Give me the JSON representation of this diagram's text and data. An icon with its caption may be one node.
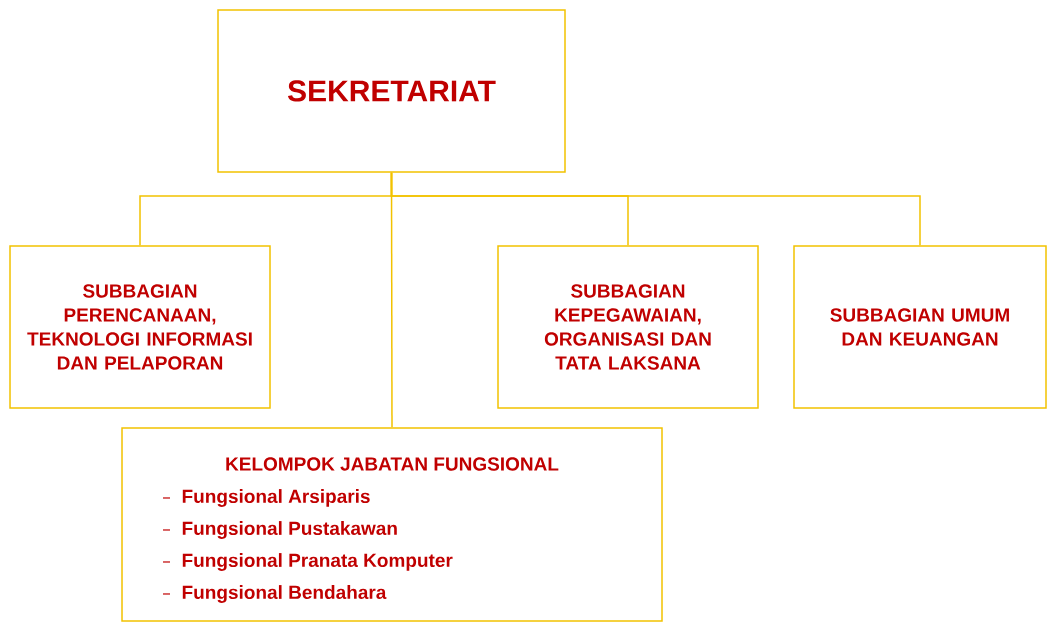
{
  "diagram": {
    "nodes": [
      {
        "text": [
          "SEKRETARIAT"
        ]
      },
      {
        "text": [
          "SUBBAGIAN PERENCANAAN, TEKNOLOGI INFORMASI DAN PELAPORAN"
        ]
      },
      {
        "text": [
          "SUBBAGIAN KEPEGAWAIAN, ORGANISASI DAN TATA LAKSANA"
        ]
      },
      {
        "text": [
          "SUBBAGIAN UMUM DAN KEUANGAN"
        ]
      },
      {
        "text": [
          "KELOMPOK JABATAN FUNGSIONAL",
          "Fungsional Arsiparis",
          "Fungsional Pustakawan",
          "Fungsional Pranata Komputer",
          "Fungsional Bendahara"
        ]
      }
    ],
    "edges": [
      {
        "from": 0,
        "to": 1,
        "arrow": "none"
      },
      {
        "from": 0,
        "to": 4,
        "arrow": "none"
      },
      {
        "from": 0,
        "to": 2,
        "arrow": "none"
      },
      {
        "from": 0,
        "to": 3,
        "arrow": "none"
      }
    ]
  }
}
